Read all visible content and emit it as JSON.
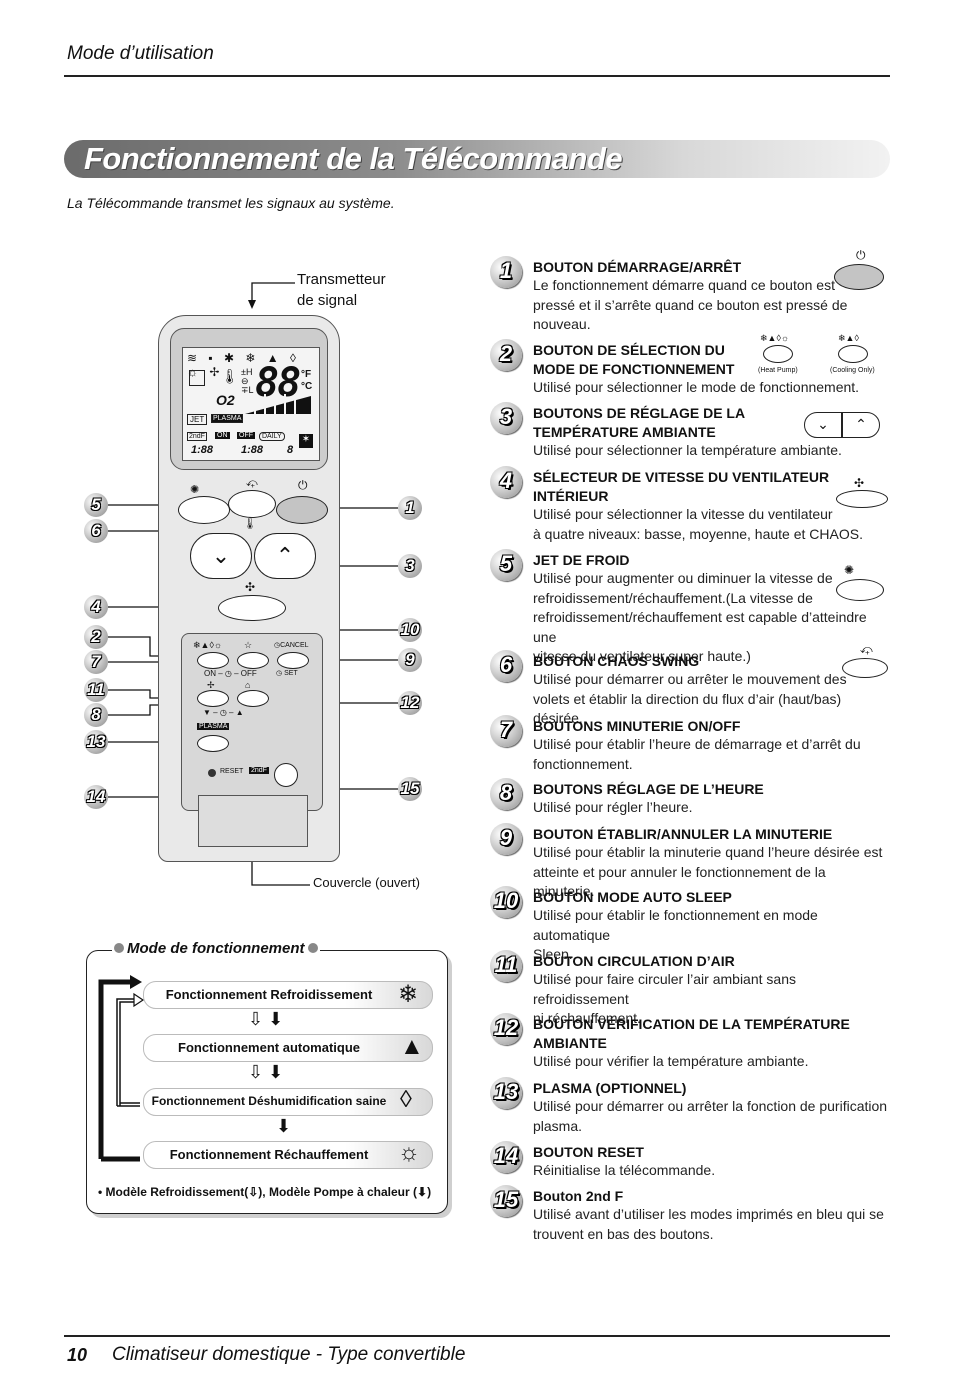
{
  "header": {
    "section": "Mode d’utilisation"
  },
  "title": "Fonctionnement de la Télécommande",
  "subtitle": "La Télécommande transmet les signaux au système.",
  "remote": {
    "transmitter_label_1": "Transmetteur",
    "transmitter_label_2": "de signal",
    "lid_label": "Couvercle (ouvert)",
    "lcd_digits": "88",
    "lcd_o2": "O2",
    "lcd_jet": "JET",
    "lcd_plasma": "PLASMA",
    "lcd_2ndf": "2ndF",
    "lcd_on": "ON",
    "lcd_off": "OFF",
    "lcd_daily": "DAILY",
    "lcd_time1": "1:88",
    "lcd_time2": "1:88",
    "lcd_hr": "8",
    "cancel_label": "CANCEL",
    "set_label": "SET",
    "on_off_label": "ON – ◷ – OFF",
    "plasma_label": "PLASMA",
    "reset_label": "RESET",
    "second_f_label": "2ndF",
    "callouts_left": [
      "5",
      "6",
      "4",
      "2",
      "7",
      "11",
      "8",
      "13",
      "14"
    ],
    "callouts_right": [
      "1",
      "3",
      "10",
      "9",
      "12",
      "15"
    ]
  },
  "modes": {
    "heading": "Mode de fonctionnement",
    "items": [
      "Fonctionnement Refroidissement",
      "Fonctionnement automatique",
      "Fonctionnement Déshumidification saine",
      "Fonctionnement Réchauffement"
    ],
    "note_part1": "• Modèle Refroidissement(",
    "note_part2": "), Modèle Pompe à chaleur (",
    "note_part3": ")"
  },
  "items": [
    {
      "num": "1",
      "title": "BOUTON DÉMARRAGE/ARRÊT",
      "desc": [
        "Le fonctionnement démarre quand ce bouton est",
        "pressé et il s’arrête quand ce bouton est pressé de",
        "nouveau."
      ]
    },
    {
      "num": "2",
      "title": "BOUTON DE SÉLECTION DU",
      "title2": "MODE DE FONCTIONNEMENT",
      "desc": [
        "Utilisé pour sélectionner le mode de fonctionnement."
      ],
      "tag1": "(Heat Pump)",
      "tag2": "(Cooling Only)"
    },
    {
      "num": "3",
      "title": "BOUTONS DE RÉGLAGE DE LA",
      "title2": "TEMPÉRATURE AMBIANTE",
      "desc": [
        "Utilisé pour sélectionner la température ambiante."
      ]
    },
    {
      "num": "4",
      "title": "SÉLECTEUR DE VITESSE DU VENTILATEUR",
      "title2": "INTÉRIEUR",
      "desc": [
        "Utilisé pour sélectionner la vitesse du ventilateur",
        "à quatre niveaux: basse, moyenne, haute et CHAOS."
      ]
    },
    {
      "num": "5",
      "title": "JET DE FROID",
      "desc": [
        "Utilisé pour augmenter ou diminuer la vitesse de",
        "refroidissement/réchauffement.(La vitesse de",
        "refroidissement/réchauffement est capable d’atteindre une",
        "vitesse du ventilateur super haute.)"
      ]
    },
    {
      "num": "6",
      "title": "BOUTON CHAOS SWING",
      "desc": [
        "Utilisé pour démarrer ou arrêter le mouvement des",
        "volets et établir la direction du flux d’air (haut/bas) désirée."
      ]
    },
    {
      "num": "7",
      "title": "BOUTONS MINUTERIE ON/OFF",
      "desc": [
        "Utilisé pour établir l’heure de démarrage et d’arrêt du",
        "fonctionnement."
      ]
    },
    {
      "num": "8",
      "title": "BOUTONS RÉGLAGE DE L’HEURE",
      "desc": [
        "Utilisé pour régler l’heure."
      ]
    },
    {
      "num": "9",
      "title": "BOUTON ÉTABLIR/ANNULER LA MINUTERIE",
      "desc": [
        "Utilisé pour établir la minuterie quand l’heure désirée est",
        "atteinte et pour annuler le fonctionnement de la minuterie."
      ]
    },
    {
      "num": "10",
      "title": "BOUTON MODE AUTO SLEEP",
      "desc": [
        "Utilisé pour établir le fonctionnement en mode automatique",
        "Sleep."
      ]
    },
    {
      "num": "11",
      "title": "BOUTON CIRCULATION D’AIR",
      "desc": [
        "Utilisé pour faire circuler l’air ambiant sans refroidissement",
        "ni réchauffement."
      ]
    },
    {
      "num": "12",
      "title": "BOUTON VÉRIFICATION DE LA TEMPÉRATURE",
      "title2": "AMBIANTE",
      "desc": [
        "Utilisé pour vérifier la température ambiante."
      ]
    },
    {
      "num": "13",
      "title": "PLASMA (OPTIONNEL)",
      "desc": [
        "Utilisé pour démarrer ou arrêter la fonction de purification",
        "plasma."
      ]
    },
    {
      "num": "14",
      "title": "BOUTON RESET",
      "desc": [
        "Réinitialise la télécommande."
      ]
    },
    {
      "num": "15",
      "title": "Bouton 2nd F",
      "desc": [
        "Utilisé avant d’utiliser les modes imprimés en bleu qui se",
        "trouvent en bas des boutons."
      ]
    }
  ],
  "footer": {
    "page": "10",
    "text": "Climatiseur domestique - Type convertible"
  }
}
